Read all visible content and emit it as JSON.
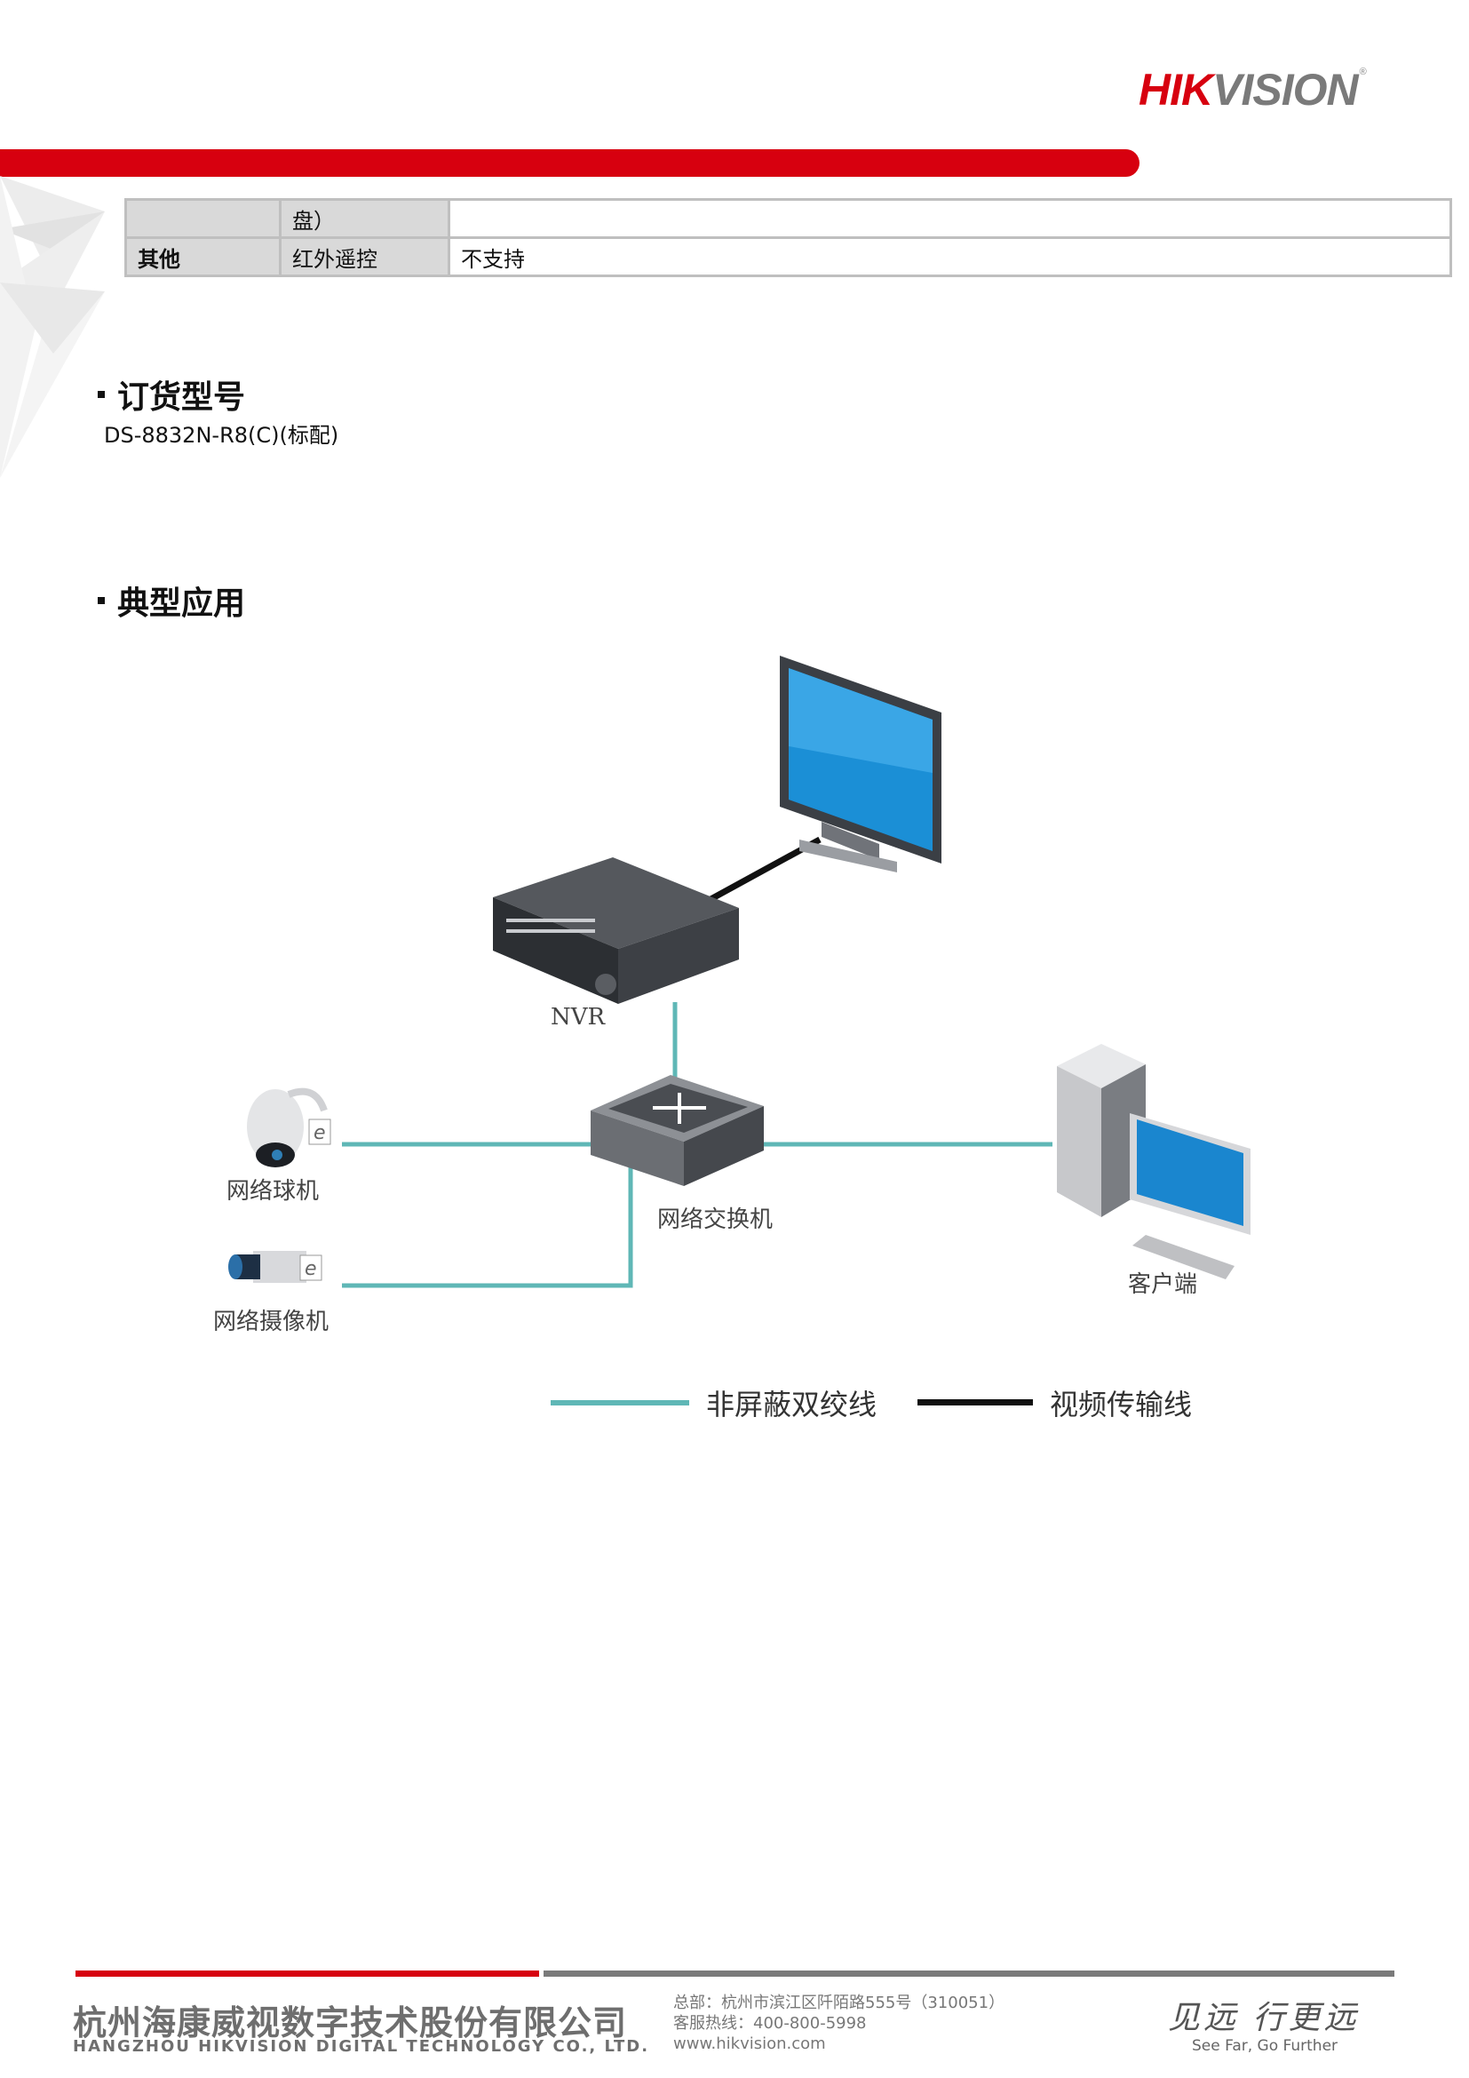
{
  "header": {
    "logo_part1": "HIK",
    "logo_part2": "VISION",
    "logo_reg": "®",
    "brand_color": "#d7000f",
    "logo_gray": "#7a7a7a"
  },
  "spec_table": {
    "rows": [
      {
        "category": "",
        "item": "盘）",
        "value": ""
      },
      {
        "category": "其他",
        "item": "红外遥控",
        "value": "不支持"
      }
    ]
  },
  "order_section": {
    "title": "订货型号",
    "model": "DS-8832N-R8(C)(标配)"
  },
  "application_section": {
    "title": "典型应用",
    "diagram": {
      "nodes": {
        "nvr": "NVR",
        "dome_camera": "网络球机",
        "network_camera": "网络摄像机",
        "switch": "网络交换机",
        "client": "客户端"
      },
      "legend": [
        {
          "label": "非屏蔽双绞线",
          "color": "#5fb7b6"
        },
        {
          "label": "视频传输线",
          "color": "#111111"
        }
      ]
    }
  },
  "footer": {
    "company_cn": "杭州海康威视数字技术股份有限公司",
    "company_en": "HANGZHOU HIKVISION DIGITAL TECHNOLOGY CO., LTD.",
    "address": "总部：杭州市滨江区阡陌路555号（310051）",
    "hotline": "客服热线：400-800-5998",
    "website": "www.hikvision.com",
    "slogan_cn": "见远 行更远",
    "slogan_en": "See Far, Go Further"
  }
}
